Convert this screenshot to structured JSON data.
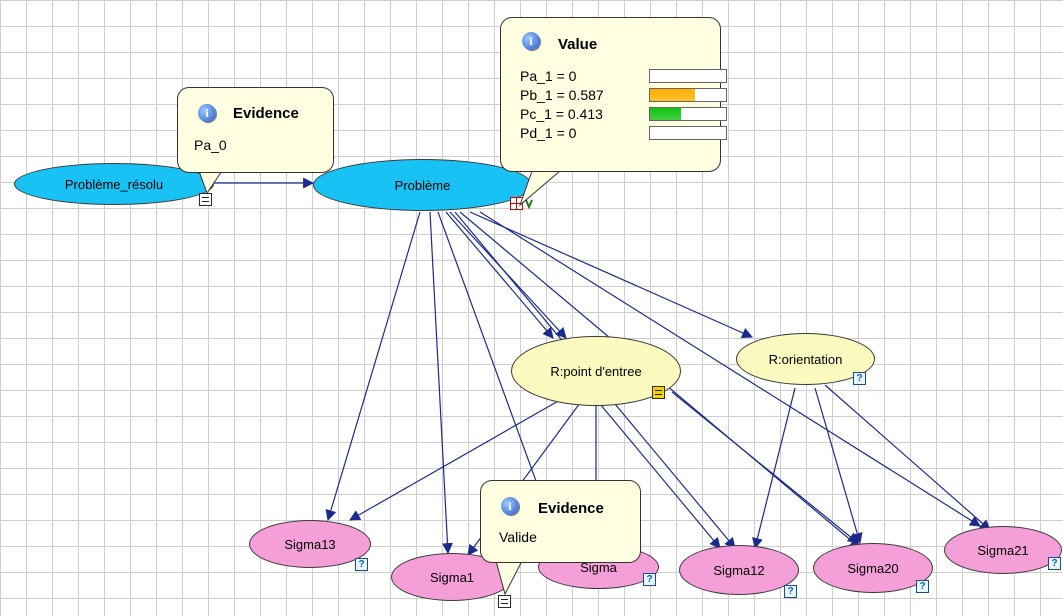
{
  "nodes": {
    "probleme_resolu": "Problème_résolu",
    "probleme": "Problème",
    "point_entree": "R:point d'entree",
    "orientation": "R:orientation",
    "sigma13": "Sigma13",
    "sigma1": "Sigma1",
    "sigma_hidden": "Sigma",
    "sigma12": "Sigma12",
    "sigma20": "Sigma20",
    "sigma21": "Sigma21"
  },
  "tooltips": {
    "evidence1": {
      "title": "Evidence",
      "text": "Pa_0"
    },
    "value": {
      "title": "Value",
      "rows": [
        {
          "label": "Pa_1 = 0",
          "prob": 0,
          "color": "#ffb000"
        },
        {
          "label": "Pb_1 = 0.587",
          "prob": 0.587,
          "color": "#ffb000"
        },
        {
          "label": "Pc_1 = 0.413",
          "prob": 0.413,
          "color": "#12c212"
        },
        {
          "label": "Pd_1 = 0",
          "prob": 0,
          "color": "#12c212"
        }
      ]
    },
    "evidence2": {
      "title": "Evidence",
      "text": "Valide"
    }
  },
  "icons": {
    "info": "i",
    "unknown": "?"
  },
  "colors": {
    "root_node": "#19c2f4",
    "intermediate_node": "#fbfbbf",
    "leaf_node": "#f59fd8",
    "edge": "#1c2a8c",
    "tooltip_bg": "#ffffe1"
  }
}
